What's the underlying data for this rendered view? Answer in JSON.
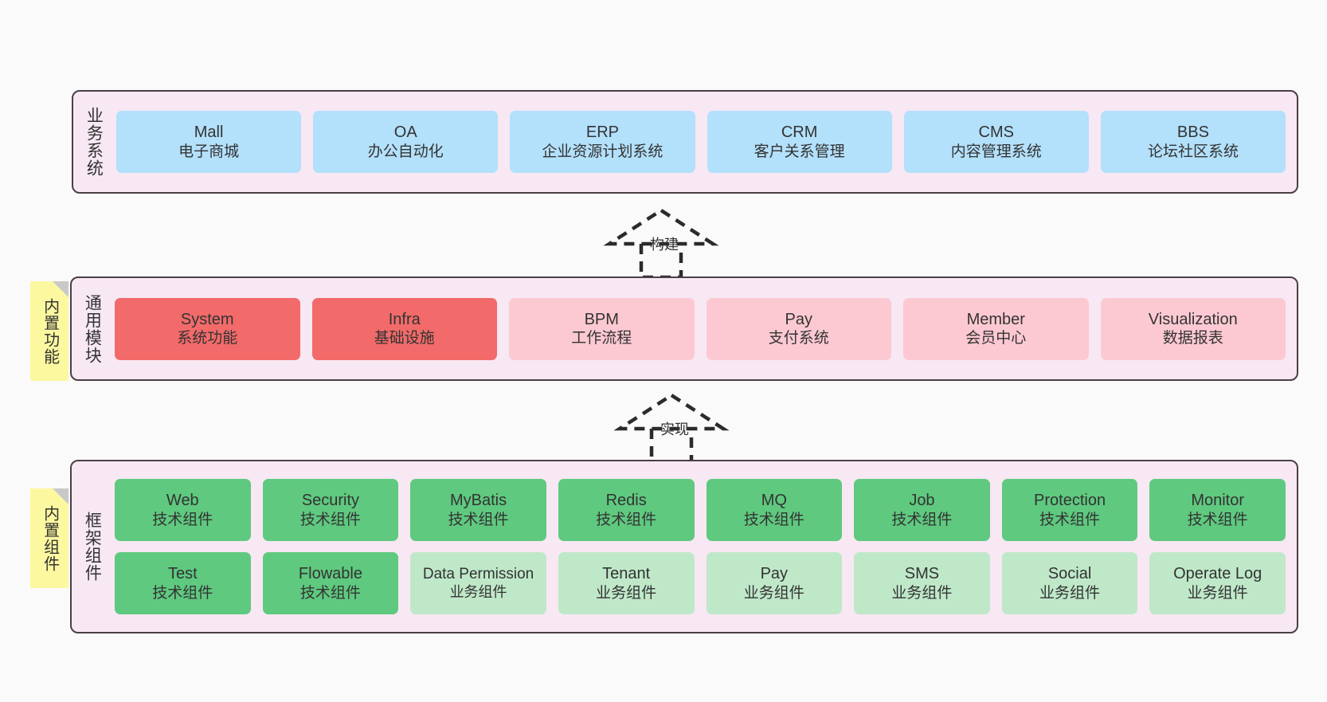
{
  "diagram": {
    "background": "#fafafa",
    "layer_fill": "#f7e8f3",
    "layer_border": "#4a3f47",
    "sticky_fill": "#fcf8a0",
    "colors": {
      "blue": "#b3e0fb",
      "red": "#f26a6a",
      "pink": "#fcc9d2",
      "green": "#5fc97f",
      "light_green": "#bfe8c9"
    }
  },
  "layers": [
    {
      "id": "business",
      "title": "业务系统",
      "nodes": [
        {
          "en": "Mall",
          "cn": "电子商城",
          "color": "blue"
        },
        {
          "en": "OA",
          "cn": "办公自动化",
          "color": "blue"
        },
        {
          "en": "ERP",
          "cn": "企业资源计划系统",
          "color": "blue"
        },
        {
          "en": "CRM",
          "cn": "客户关系管理",
          "color": "blue"
        },
        {
          "en": "CMS",
          "cn": "内容管理系统",
          "color": "blue"
        },
        {
          "en": "BBS",
          "cn": "论坛社区系统",
          "color": "blue"
        }
      ]
    },
    {
      "id": "common",
      "title": "通用模块",
      "sticky": "内置功能",
      "nodes": [
        {
          "en": "System",
          "cn": "系统功能",
          "color": "red"
        },
        {
          "en": "Infra",
          "cn": "基础设施",
          "color": "red"
        },
        {
          "en": "BPM",
          "cn": "工作流程",
          "color": "pink"
        },
        {
          "en": "Pay",
          "cn": "支付系统",
          "color": "pink"
        },
        {
          "en": "Member",
          "cn": "会员中心",
          "color": "pink"
        },
        {
          "en": "Visualization",
          "cn": "数据报表",
          "color": "pink"
        }
      ]
    },
    {
      "id": "frame",
      "title": "框架组件",
      "sticky": "内置组件",
      "rows": [
        [
          {
            "en": "Web",
            "cn": "技术组件",
            "color": "green"
          },
          {
            "en": "Security",
            "cn": "技术组件",
            "color": "green"
          },
          {
            "en": "MyBatis",
            "cn": "技术组件",
            "color": "green"
          },
          {
            "en": "Redis",
            "cn": "技术组件",
            "color": "green"
          },
          {
            "en": "MQ",
            "cn": "技术组件",
            "color": "green"
          },
          {
            "en": "Job",
            "cn": "技术组件",
            "color": "green"
          },
          {
            "en": "Protection",
            "cn": "技术组件",
            "color": "green"
          },
          {
            "en": "Monitor",
            "cn": "技术组件",
            "color": "green"
          }
        ],
        [
          {
            "en": "Test",
            "cn": "技术组件",
            "color": "green"
          },
          {
            "en": "Flowable",
            "cn": "技术组件",
            "color": "green"
          },
          {
            "en": "Data Permission",
            "cn": "业务组件",
            "color": "light_green"
          },
          {
            "en": "Tenant",
            "cn": "业务组件",
            "color": "light_green"
          },
          {
            "en": "Pay",
            "cn": "业务组件",
            "color": "light_green"
          },
          {
            "en": "SMS",
            "cn": "业务组件",
            "color": "light_green"
          },
          {
            "en": "Social",
            "cn": "业务组件",
            "color": "light_green"
          },
          {
            "en": "Operate Log",
            "cn": "业务组件",
            "color": "light_green"
          }
        ]
      ]
    }
  ],
  "arrows": [
    {
      "id": "build",
      "label": "构建"
    },
    {
      "id": "implement",
      "label": "实现"
    }
  ]
}
